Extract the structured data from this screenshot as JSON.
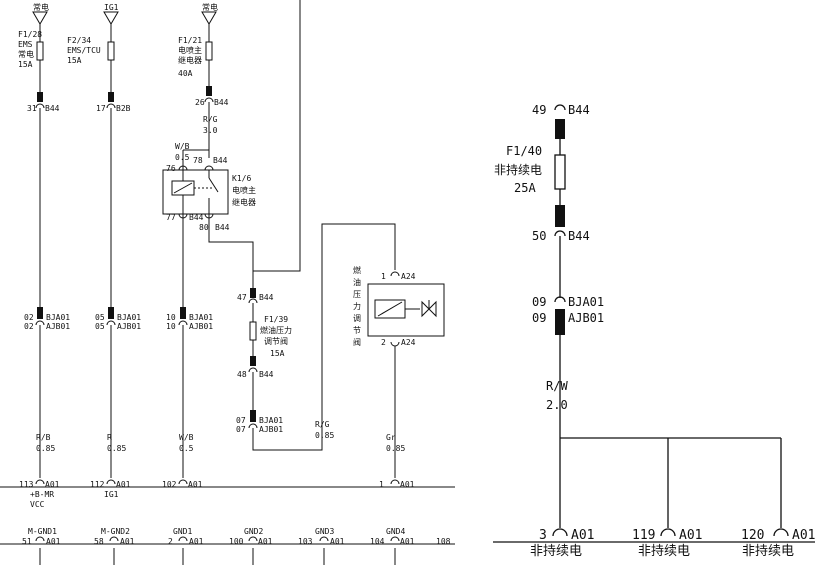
{
  "left": {
    "top_supplies": [
      {
        "label": "常电"
      },
      {
        "label": "IG1"
      },
      {
        "label": "常电"
      }
    ],
    "fuses": [
      {
        "id": "F1/28",
        "line1": "EMS",
        "line2": "常电",
        "rating": "15A"
      },
      {
        "id": "F2/34",
        "line1": "EMS/TCU",
        "line2": "",
        "rating": "15A"
      },
      {
        "id": "F1/21",
        "line1": "电喷主",
        "line2": "继电器",
        "rating": "40A"
      }
    ],
    "b44_pins": [
      {
        "pin": "31",
        "conn": "B44"
      },
      {
        "pin": "17",
        "conn": "B2B"
      },
      {
        "pin": "26",
        "conn": "B44"
      }
    ],
    "relay_feed_wire": {
      "color": "R/G",
      "size": "3.0"
    },
    "relay": {
      "id": "K1/6",
      "line1": "电喷主",
      "line2": "继电器",
      "coil_wire": {
        "color": "W/B",
        "size": "0.5"
      },
      "pins": {
        "p76": "76",
        "p78": "78",
        "p77": "77",
        "p80": "80",
        "conn": "B44"
      }
    },
    "fuse_f139": {
      "id": "F1/39",
      "line1": "燃油压力",
      "line2": "调节阀",
      "rating": "15A",
      "pin_in": "47",
      "pin_out": "48",
      "conn": "B44"
    },
    "valve": {
      "label_chars": [
        "燃",
        "油",
        "压",
        "力",
        "调",
        "节",
        "阀"
      ],
      "pin_top": "1",
      "pin_bot": "2",
      "conn": "A24"
    },
    "bja_pins": [
      {
        "a": "02",
        "b": "02",
        "ca": "BJA01",
        "cb": "AJB01"
      },
      {
        "a": "05",
        "b": "05",
        "ca": "BJA01",
        "cb": "AJB01"
      },
      {
        "a": "10",
        "b": "10",
        "ca": "BJA01",
        "cb": "AJB01"
      },
      {
        "a": "07",
        "b": "07",
        "ca": "BJA01",
        "cb": "AJB01"
      }
    ],
    "wires_bottom": [
      {
        "color": "R/B",
        "size": "0.85"
      },
      {
        "color": "R",
        "size": "0.85"
      },
      {
        "color": "W/B",
        "size": "0.5"
      },
      {
        "color": "R/G",
        "size": "0.85"
      },
      {
        "color": "Gr",
        "size": "0.85"
      }
    ],
    "a01_pins": [
      {
        "pin": "113",
        "conn": "A01",
        "line1": "+B-MR",
        "line2": "VCC"
      },
      {
        "pin": "112",
        "conn": "A01",
        "line1": "IG1",
        "line2": ""
      },
      {
        "pin": "102",
        "conn": "A01",
        "line1": "",
        "line2": ""
      },
      {
        "pin": "1",
        "conn": "A01",
        "line1": "",
        "line2": ""
      }
    ],
    "grounds": [
      {
        "label": "M-GND1",
        "pin": "51",
        "conn": "A01"
      },
      {
        "label": "M-GND2",
        "pin": "58",
        "conn": "A01"
      },
      {
        "label": "GND1",
        "pin": "2",
        "conn": "A01"
      },
      {
        "label": "GND2",
        "pin": "100",
        "conn": "A01"
      },
      {
        "label": "GND3",
        "pin": "103",
        "conn": "A01"
      },
      {
        "label": "GND4",
        "pin": "104",
        "conn": "A01"
      }
    ],
    "ground_extra_pin": "108"
  },
  "right": {
    "pin49": {
      "pin": "49",
      "conn": "B44"
    },
    "fuse": {
      "id": "F1/40",
      "label": "非持续电",
      "rating": "25A"
    },
    "pin50": {
      "pin": "50",
      "conn": "B44"
    },
    "bja": {
      "a": "09",
      "b": "09",
      "ca": "BJA01",
      "cb": "AJB01"
    },
    "wire": {
      "color": "R/W",
      "size": "2.0"
    },
    "outputs": [
      {
        "pin": "3",
        "conn": "A01",
        "label": "非持续电"
      },
      {
        "pin": "119",
        "conn": "A01",
        "label": "非持续电"
      },
      {
        "pin": "120",
        "conn": "A01",
        "label": "非持续电"
      }
    ]
  }
}
